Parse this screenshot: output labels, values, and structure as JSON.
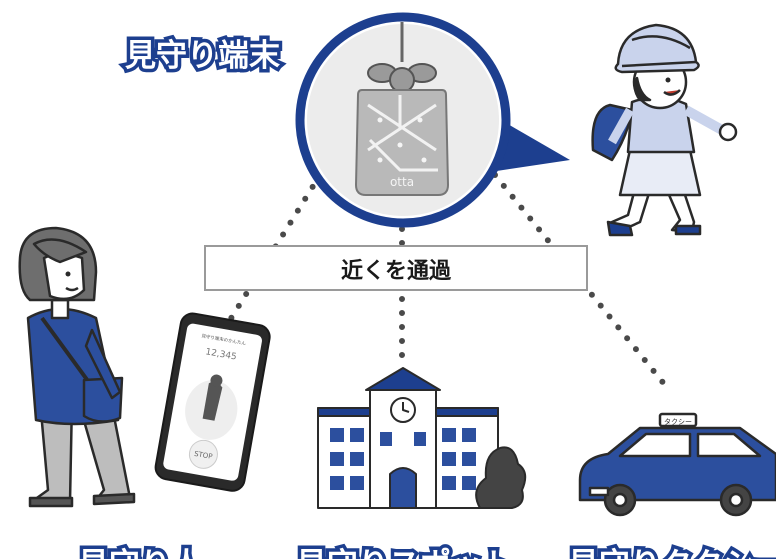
{
  "device_title": "見守り端末",
  "device_brand": "otta",
  "center_label": "近くを通過",
  "phone": {
    "app_header": "見守り端末のかんたん",
    "steps": "12,345",
    "stop_label": "STOP"
  },
  "taxi_sign": "タクシー",
  "bottom_labels": {
    "person": "見守り人",
    "spot": "見守りスポット",
    "taxi": "見守りタクシー"
  },
  "colors": {
    "navy": "#1d3f8f",
    "outline": "#2a2a2a",
    "dots": "#4a4a4a"
  }
}
